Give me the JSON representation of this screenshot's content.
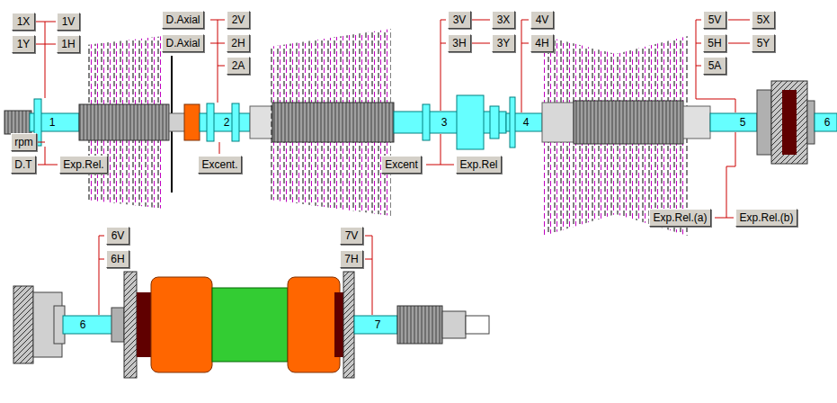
{
  "diagram": {
    "nodes": [
      {
        "text": [
          "1X"
        ]
      },
      {
        "text": [
          "1V"
        ]
      },
      {
        "text": [
          "D.Axial"
        ]
      },
      {
        "text": [
          "2V"
        ]
      },
      {
        "text": [
          "3V"
        ]
      },
      {
        "text": [
          "3X"
        ]
      },
      {
        "text": [
          "4V"
        ]
      },
      {
        "text": [
          "5V"
        ]
      },
      {
        "text": [
          "5X"
        ]
      },
      {
        "text": [
          "1Y"
        ]
      },
      {
        "text": [
          "1H"
        ]
      },
      {
        "text": [
          "D.Axial"
        ]
      },
      {
        "text": [
          "2H"
        ]
      },
      {
        "text": [
          "3H"
        ]
      },
      {
        "text": [
          "3Y"
        ]
      },
      {
        "text": [
          "4H"
        ]
      },
      {
        "text": [
          "5H"
        ]
      },
      {
        "text": [
          "5Y"
        ]
      },
      {
        "text": [
          "2A"
        ]
      },
      {
        "text": [
          "5A"
        ]
      },
      {
        "text": [
          "rpm"
        ]
      },
      {
        "text": [
          "D.T"
        ]
      },
      {
        "text": [
          "Exp.Rel."
        ]
      },
      {
        "text": [
          "Excent."
        ]
      },
      {
        "text": [
          "Excent"
        ]
      },
      {
        "text": [
          "Exp.Rel"
        ]
      },
      {
        "text": [
          "Exp.Rel.(a)"
        ]
      },
      {
        "text": [
          "Exp.Rel.(b)"
        ]
      },
      {
        "text": [
          "6V"
        ]
      },
      {
        "text": [
          "6H"
        ]
      },
      {
        "text": [
          "7V"
        ]
      },
      {
        "text": [
          "7H"
        ]
      }
    ],
    "edges": [],
    "labels": [
      "1",
      "2",
      "3",
      "4",
      "5",
      "6",
      "6",
      "7"
    ]
  }
}
